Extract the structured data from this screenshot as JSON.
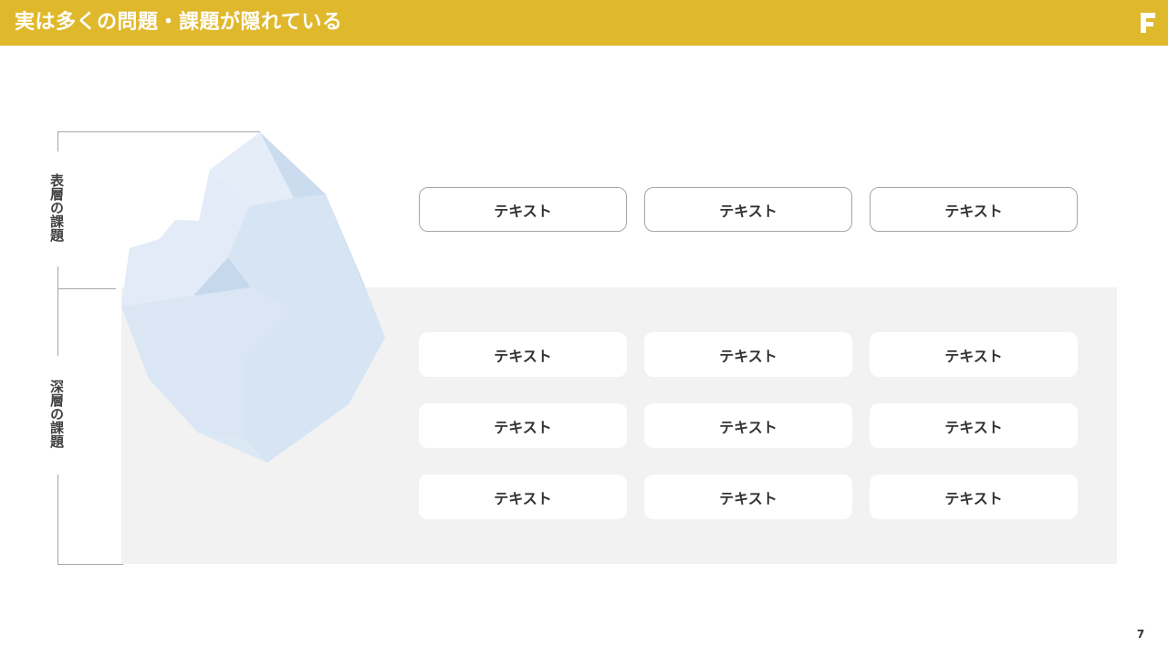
{
  "header": {
    "title": "実は多くの問題・課題が隠れている",
    "bar_color": "#e0b82c",
    "logo": "F"
  },
  "labels": {
    "surface": "表層の課題",
    "deep": "深層の課題"
  },
  "surface_items": [
    "テキスト",
    "テキスト",
    "テキスト"
  ],
  "deep_items": [
    "テキスト",
    "テキスト",
    "テキスト",
    "テキスト",
    "テキスト",
    "テキスト",
    "テキスト",
    "テキスト",
    "テキスト"
  ],
  "page_number": "7"
}
